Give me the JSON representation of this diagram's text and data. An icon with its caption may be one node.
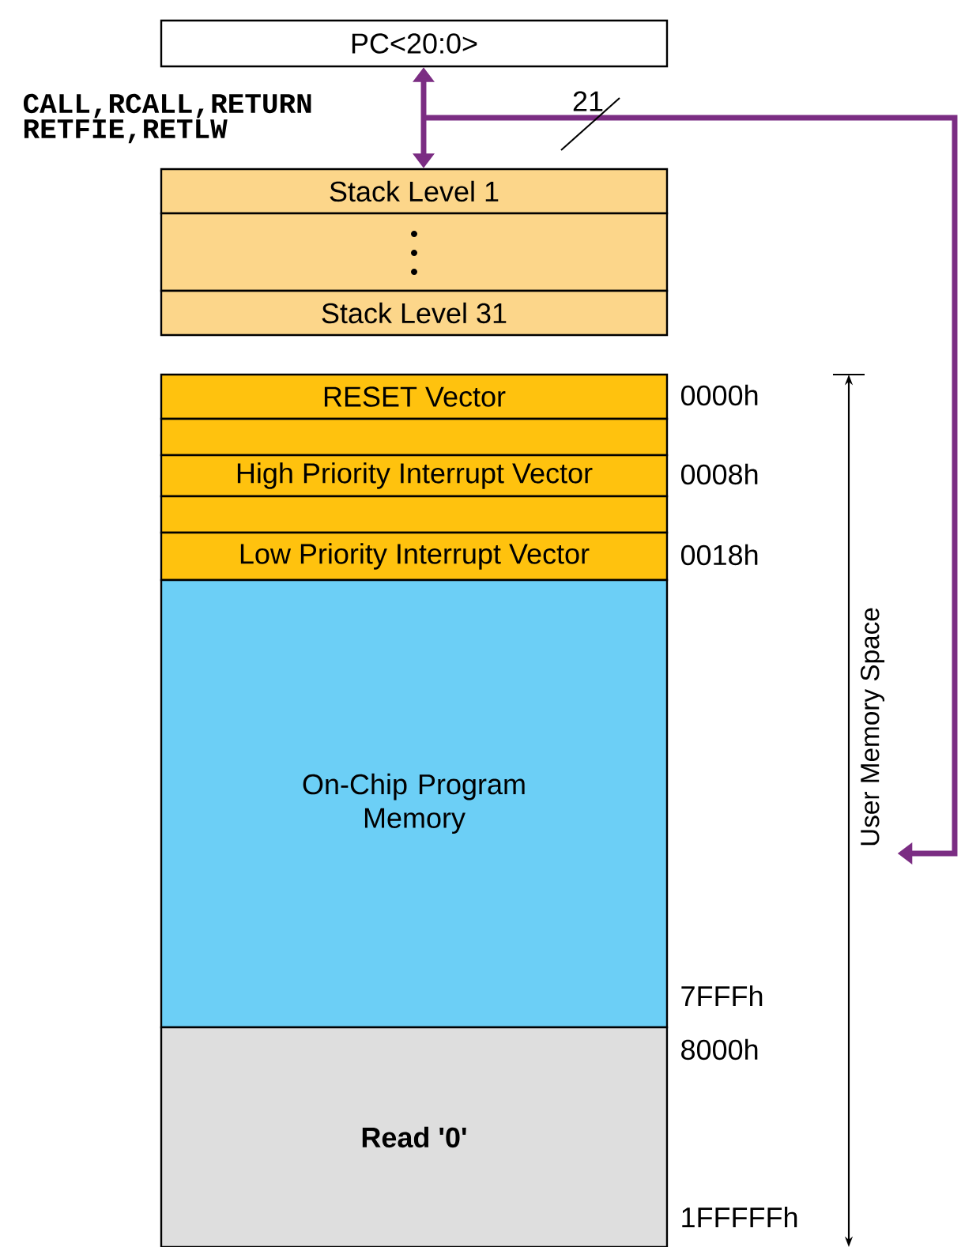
{
  "diagram": {
    "nodes": [
      {
        "text": [
          "PC<20:0>"
        ]
      },
      {
        "text": [
          "Stack Level 1"
        ]
      },
      {
        "text": [],
        "shape": "box"
      },
      {
        "text": [
          "Stack Level 31"
        ]
      },
      {
        "text": [
          "RESET Vector"
        ]
      },
      {
        "text": [],
        "shape": "box"
      },
      {
        "text": [
          "High Priority Interrupt Vector"
        ]
      },
      {
        "text": [],
        "shape": "box"
      },
      {
        "text": [
          "Low Priority Interrupt Vector"
        ]
      },
      {
        "text": [
          "On-Chip Program Memory"
        ]
      },
      {
        "text": [
          "Read '0'"
        ]
      },
      {
        "text": [
          "User Memory Space"
        ]
      }
    ],
    "edges": [
      {
        "from": 0,
        "to": 1,
        "arrow": "both",
        "label": "CALL,RCALL,RETURN RETFIE,RETLW"
      },
      {
        "from": 0,
        "to": 11,
        "arrow": "to",
        "label": "21"
      }
    ],
    "labels": [
      "0000h",
      "0008h",
      "0018h",
      "7FFFh",
      "8000h",
      "1FFFFFh"
    ]
  }
}
